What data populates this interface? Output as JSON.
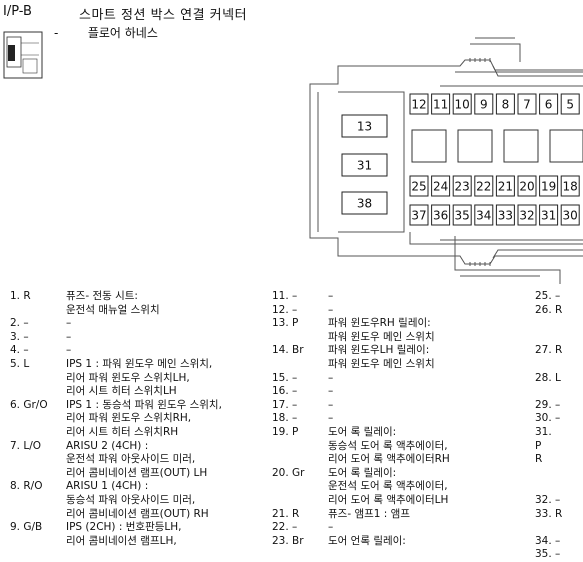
{
  "header": {
    "code": "I/P-B",
    "title": "스마트 정션 박스 연결 커넥터",
    "sub_dash": "-",
    "sub_title": "플로어 하네스"
  },
  "connector": {
    "left_pins": [
      "13",
      "31",
      "38"
    ],
    "top_row": [
      "12",
      "11",
      "10",
      "9",
      "8",
      "7",
      "6",
      "5"
    ],
    "row3": [
      "25",
      "24",
      "23",
      "22",
      "21",
      "20",
      "19",
      "18"
    ],
    "row4": [
      "37",
      "36",
      "35",
      "34",
      "33",
      "32",
      "31",
      "30"
    ]
  },
  "pins_col1": [
    {
      "num": "1. R",
      "lines": [
        "퓨즈- 전동 시트:",
        "운전석 매뉴얼 스위치"
      ]
    },
    {
      "num": "2. –",
      "lines": [
        "–"
      ]
    },
    {
      "num": "3. –",
      "lines": [
        "–"
      ]
    },
    {
      "num": "4. –",
      "lines": [
        "–"
      ]
    },
    {
      "num": "5. L",
      "lines": [
        "IPS 1 : 파워 윈도우 메인 스위치,",
        "리어 파워 윈도우 스위치LH,",
        "리어 시트 히터 스위치LH"
      ]
    },
    {
      "num": "6. Gr/O",
      "lines": [
        "IPS 1 : 동승석 파워 윈도우 스위치,",
        "리어 파워 윈도우 스위치RH,",
        "리어 시트 히터 스위치RH"
      ]
    },
    {
      "num": "7. L/O",
      "lines": [
        "ARISU 2 (4CH) :",
        "운전석 파워 아웃사이드 미러,",
        "리어 콤비네이션 램프(OUT) LH"
      ]
    },
    {
      "num": "8. R/O",
      "lines": [
        "ARISU 1 (4CH) :",
        "동승석 파워 아웃사이드 미러,",
        "리어 콤비네이션 램프(OUT) RH"
      ]
    },
    {
      "num": "9. G/B",
      "lines": [
        "IPS (2CH) : 번호판등LH,",
        "리어 콤비네이션 램프LH,"
      ]
    }
  ],
  "pins_col2": [
    {
      "num": "11. –",
      "lines": [
        "–"
      ]
    },
    {
      "num": "12. –",
      "lines": [
        "–"
      ]
    },
    {
      "num": "13. P",
      "lines": [
        "파워 윈도우RH 릴레이:",
        "파워 윈도우 메인 스위치"
      ]
    },
    {
      "num": "14. Br",
      "lines": [
        "파워 윈도우LH 릴레이:",
        "파워 윈도우 메인 스위치"
      ]
    },
    {
      "num": "15. –",
      "lines": [
        "–"
      ]
    },
    {
      "num": "16. –",
      "lines": [
        "–"
      ]
    },
    {
      "num": "17. –",
      "lines": [
        "–"
      ]
    },
    {
      "num": "18. –",
      "lines": [
        "–"
      ]
    },
    {
      "num": "19. P",
      "lines": [
        "도어 록 릴레이:",
        "동승석 도어 록 액추에이터,",
        "리어 도어 록 액추에이터RH"
      ]
    },
    {
      "num": "20. Gr",
      "lines": [
        "도어 록 릴레이:",
        "운전석 도어 록 액추에이터,",
        "리어 도어 록 액추에이터LH"
      ]
    },
    {
      "num": "21. R",
      "lines": [
        "퓨즈- 앰프1 : 앰프"
      ]
    },
    {
      "num": "22. –",
      "lines": [
        "–"
      ]
    },
    {
      "num": "23. Br",
      "lines": [
        "도어 언록 릴레이:"
      ]
    }
  ],
  "pins_col3": [
    {
      "num": "25. –",
      "lines": [
        ""
      ]
    },
    {
      "num": "26. R",
      "lines": [
        ""
      ]
    },
    {
      "num": "",
      "lines": [
        ""
      ]
    },
    {
      "num": "",
      "lines": [
        ""
      ]
    },
    {
      "num": "27. R",
      "lines": [
        ""
      ]
    },
    {
      "num": "",
      "lines": [
        ""
      ]
    },
    {
      "num": "28. L",
      "lines": [
        ""
      ]
    },
    {
      "num": "",
      "lines": [
        ""
      ]
    },
    {
      "num": "29. –",
      "lines": [
        ""
      ]
    },
    {
      "num": "30. –",
      "lines": [
        ""
      ]
    },
    {
      "num": "31.",
      "lines": [
        ""
      ]
    },
    {
      "num": "P",
      "lines": [
        ""
      ]
    },
    {
      "num": "R",
      "lines": [
        ""
      ]
    },
    {
      "num": "",
      "lines": [
        ""
      ]
    },
    {
      "num": "",
      "lines": [
        ""
      ]
    },
    {
      "num": "32. –",
      "lines": [
        ""
      ]
    },
    {
      "num": "33. R",
      "lines": [
        ""
      ]
    },
    {
      "num": "",
      "lines": [
        ""
      ]
    },
    {
      "num": "34. –",
      "lines": [
        ""
      ]
    },
    {
      "num": "35. –",
      "lines": [
        ""
      ]
    }
  ]
}
